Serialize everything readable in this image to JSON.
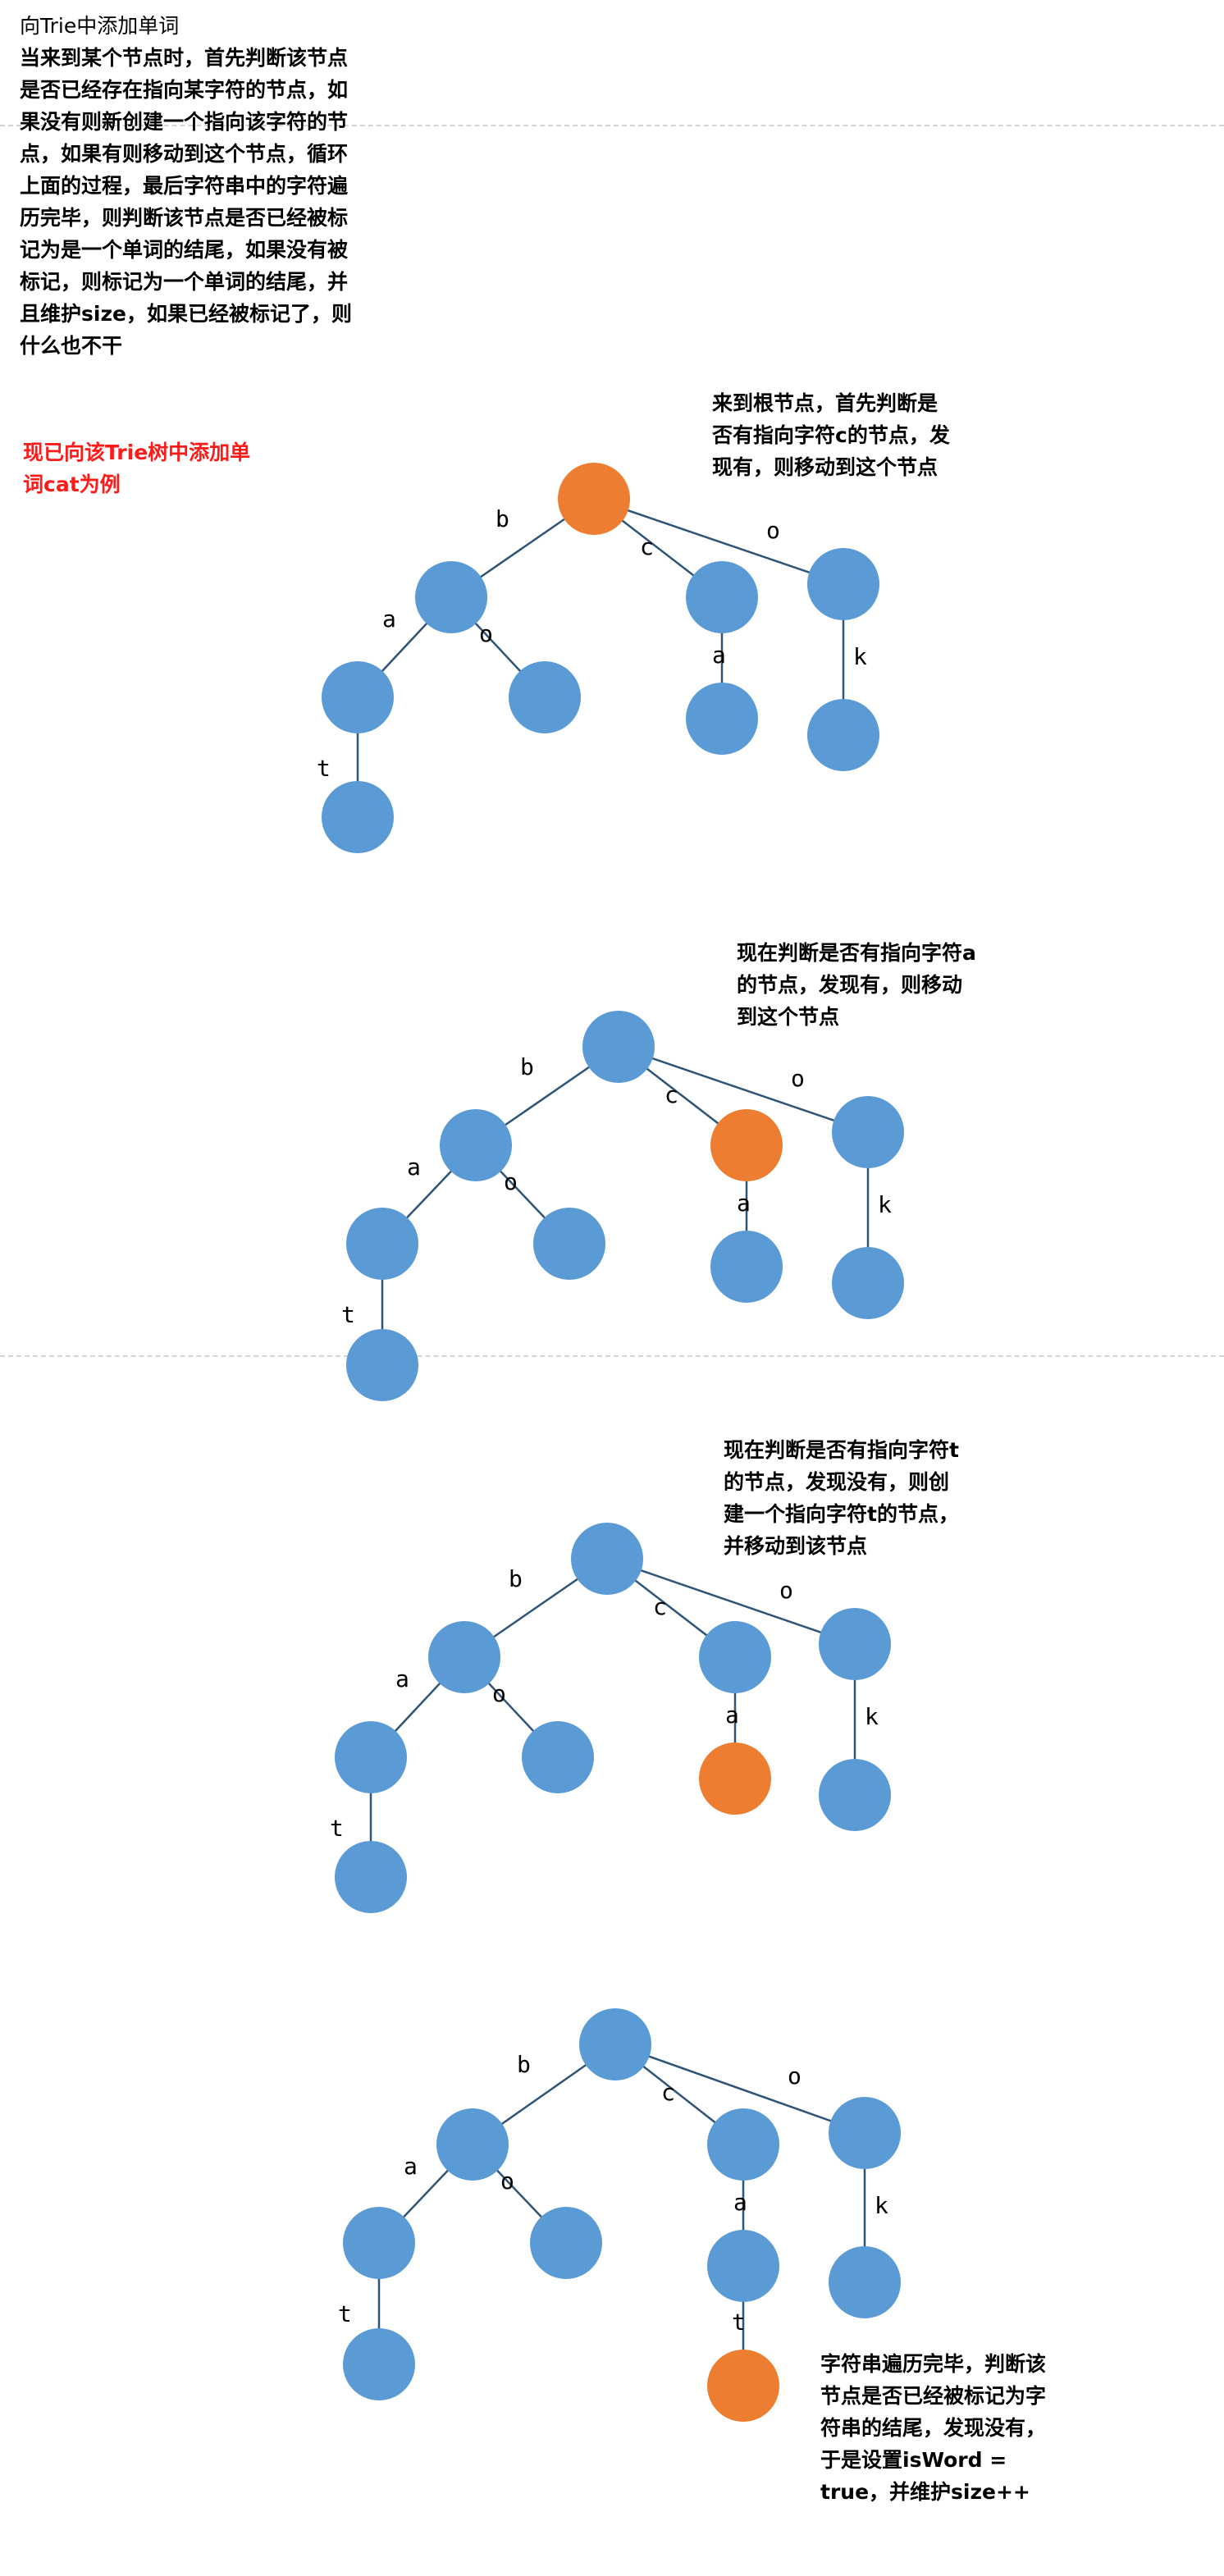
{
  "intro": {
    "title": "向Trie中添加单词",
    "body": "当来到某个节点时，首先判断该节点\n是否已经存在指向某字符的节点，如\n果没有则新创建一个指向该字符的节\n点，如果有则移动到这个节点，循环\n上面的过程，最后字符串中的字符遍\n历完毕，则判断该节点是否已经被标\n记为是一个单词的结尾，如果没有被\n标记，则标记为一个单词的结尾，并\n且维护size，如果已经被标记了，则\n什么也不干"
  },
  "example_note": "现已向该Trie树中添加单\n词cat为例",
  "colors": {
    "node": "#5b9bd5",
    "highlight": "#ed7d31",
    "edge": "#2e5478",
    "note": "#ff1a1a"
  },
  "steps": [
    {
      "caption": "来到根节点，首先判断是\n否有指向字符c的节点，发\n现有，则移动到这个节点",
      "highlight": "root"
    },
    {
      "caption": "现在判断是否有指向字符a\n的节点，发现有，则移动\n到这个节点",
      "highlight": "c"
    },
    {
      "caption": "现在判断是否有指向字符t\n的节点，发现没有，则创\n建一个指向字符t的节点，\n并移动到该节点",
      "highlight": "ca"
    },
    {
      "caption": "字符串遍历完毕，判断该\n节点是否已经被标记为字\n符串的结尾，发现没有，\n于是设置isWord =\ntrue，并维护size++",
      "highlight": "cat"
    }
  ],
  "tree_edges": {
    "b": "b",
    "c": "c",
    "o": "o",
    "ba": "a",
    "bo": "o",
    "ca": "a",
    "ok": "k",
    "bat": "t",
    "cat": "t"
  }
}
